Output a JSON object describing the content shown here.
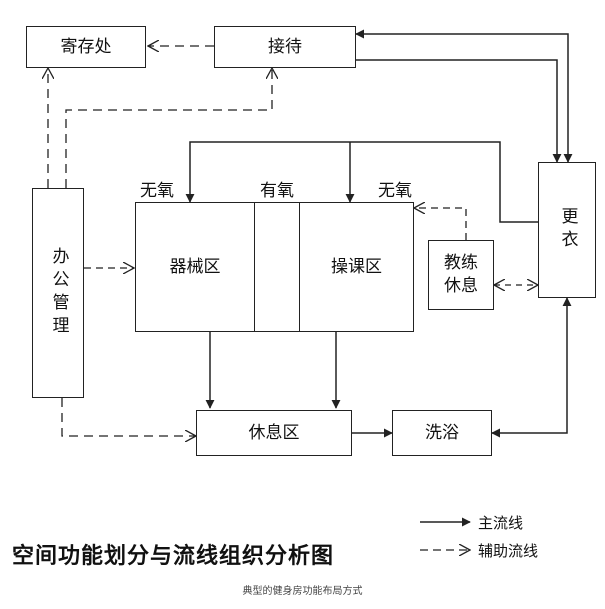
{
  "boxes": {
    "storage": "寄存处",
    "reception": "接待",
    "office": "办公管理",
    "locker": "更衣",
    "equipment_zone": "器械区",
    "class_zone": "操课区",
    "coach_rest_line1": "教练",
    "coach_rest_line2": "休息",
    "rest_zone": "休息区",
    "shower": "洗浴"
  },
  "zone_labels": {
    "anaerobic_left": "无氧",
    "aerobic": "有氧",
    "anaerobic_right": "无氧"
  },
  "legend": {
    "main_flow": "主流线",
    "aux_flow": "辅助流线"
  },
  "title": "空间功能划分与流线组织分析图",
  "caption": "典型的健身房功能布局方式",
  "colors": {
    "line": "#222222",
    "background": "#ffffff"
  }
}
